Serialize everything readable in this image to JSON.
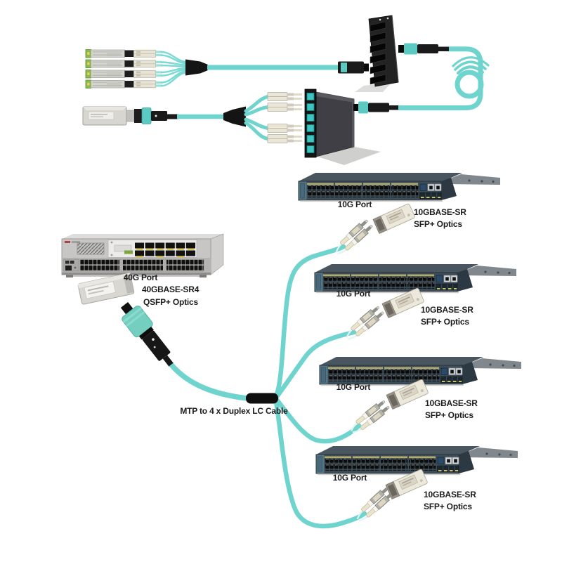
{
  "colors": {
    "fiber_aqua": "#6fd4ce",
    "fiber_light": "#79d9d3",
    "connector_aqua": "#5cc9c3",
    "boot_aqua": "#74cfc0",
    "connector_black": "#161616",
    "label_text": "#1c1c1c"
  },
  "source_switch": {
    "port_label": "40G Port",
    "optics_line1": "40GBASE-SR4",
    "optics_line2": "QSFP+ Optics"
  },
  "breakout_cable": {
    "label": "MTP to 4 x Duplex LC Cable"
  },
  "target_switches": [
    {
      "port_label": "10G Port",
      "optics_line1": "10GBASE-SR",
      "optics_line2": "SFP+ Optics"
    },
    {
      "port_label": "10G Port",
      "optics_line1": "10GBASE-SR",
      "optics_line2": "SFP+ Optics"
    },
    {
      "port_label": "10G Port",
      "optics_line1": "10GBASE-SR",
      "optics_line2": "SFP+ Optics"
    },
    {
      "port_label": "10G Port",
      "optics_line1": "10GBASE-SR",
      "optics_line2": "SFP+ Optics"
    }
  ]
}
